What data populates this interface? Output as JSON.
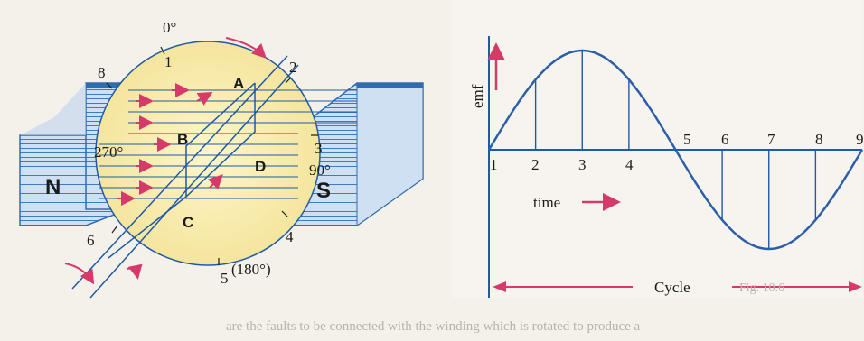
{
  "generator": {
    "angle_top": "0°",
    "angle_right": "90°",
    "angle_bottom": "(180°)",
    "angle_left": "270°",
    "positions": [
      "1",
      "2",
      "3",
      "4",
      "5",
      "6",
      "8"
    ],
    "coil_corners": [
      "A",
      "B",
      "C",
      "D"
    ],
    "pole_north": "N",
    "pole_south": "S"
  },
  "waveform": {
    "y_axis_label": "emf",
    "time_label": "time",
    "points": [
      "1",
      "2",
      "3",
      "4",
      "5",
      "6",
      "7",
      "8",
      "9"
    ],
    "cycle_label": "Cycle"
  },
  "page": {
    "figure_caption": "Fig. 10.6",
    "footer_text": "are the faults to be connected with the winding which is rotated to produce a"
  },
  "colors": {
    "disc": "#f9efb3",
    "magnet": "#a9c6e6",
    "magnet_dark": "#2f6db0",
    "line": "#1f5aa6",
    "arrow": "#d63a6b",
    "curve": "#2b5fa8"
  }
}
